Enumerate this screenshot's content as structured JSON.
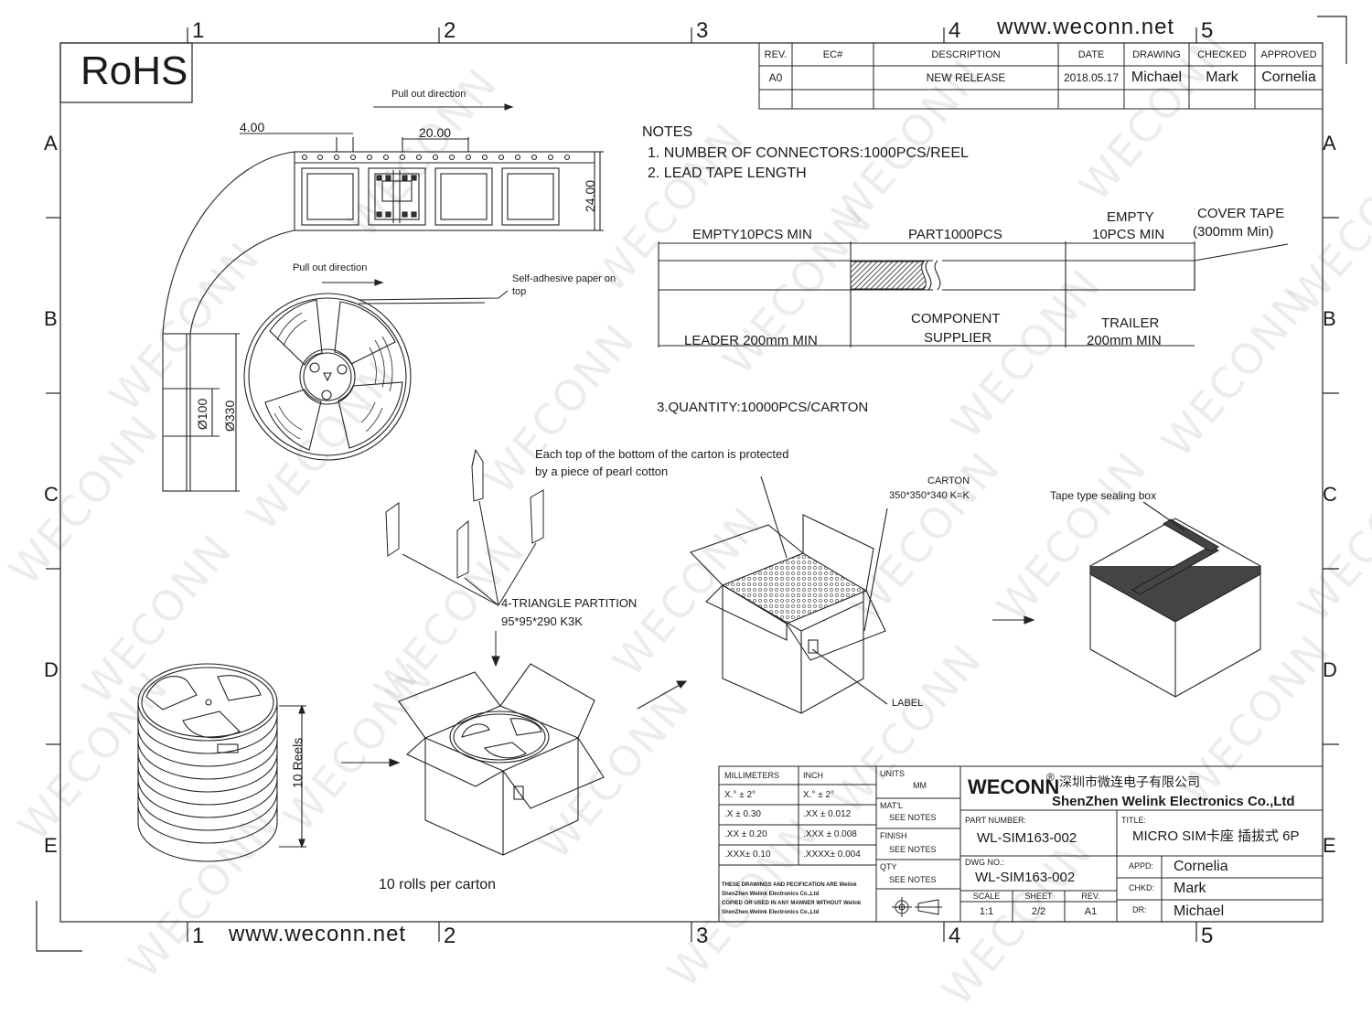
{
  "watermark": "WECONN",
  "website_top": "www.weconn.net",
  "website_bottom": "www.weconn.net",
  "rohs": "RoHS",
  "zone_columns": [
    "1",
    "2",
    "3",
    "4",
    "5"
  ],
  "zone_rows": [
    "A",
    "B",
    "C",
    "D",
    "E"
  ],
  "revision_table": {
    "headers": [
      "REV.",
      "EC#",
      "DESCRIPTION",
      "DATE",
      "DRAWING",
      "CHECKED",
      "APPROVED"
    ],
    "rows": [
      [
        "A0",
        "",
        "NEW RELEASE",
        "2018.05.17",
        "Michael",
        "Mark",
        "Cornelia"
      ]
    ]
  },
  "reel_drawing": {
    "pull_out_top": "Pull out direction",
    "pull_out_mid": "Pull out direction",
    "dim_pitch_small": "4.00",
    "dim_pitch": "20.00",
    "dim_width": "24.00",
    "self_adhesive": "Self-adhesive paper on",
    "self_adhesive_2": "top",
    "dim_hub": "Ø100",
    "dim_reel": "Ø330"
  },
  "notes": {
    "title": "NOTES",
    "n1": "1. NUMBER OF CONNECTORS:1000PCS/REEL",
    "n2": "2. LEAD TAPE LENGTH",
    "n3": "3.QUANTITY:10000PCS/CARTON"
  },
  "tape_diagram": {
    "empty_lead": "EMPTY10PCS MIN",
    "part": "PART1000PCS",
    "empty_trail_1": "EMPTY",
    "empty_trail_2": "10PCS MIN",
    "cover_1": "COVER TAPE",
    "cover_2": "(300mm Min)",
    "leader": "LEADER 200mm MIN",
    "component_1": "COMPONENT",
    "component_2": "SUPPLIER",
    "trailer_1": "TRAILER",
    "trailer_2": "200mm MIN"
  },
  "packing": {
    "pearl_1": "Each top of the bottom of the carton is protected",
    "pearl_2": "by a piece of pearl cotton",
    "partition_1": "4-TRIANGLE PARTITION",
    "partition_2": "95*95*290 K3K",
    "carton_1": "CARTON",
    "carton_2": "350*350*340 K=K",
    "label": "LABEL",
    "sealing": "Tape type sealing box",
    "reels": "10 Reels",
    "rolls": "10 rolls per carton"
  },
  "title_block": {
    "tol_headers": [
      "MILLIMETERS",
      "INCH"
    ],
    "tol_rows": [
      [
        "X.° ± 2°",
        "X.° ± 2°"
      ],
      [
        ".X ± 0.30",
        ".XX ± 0.012"
      ],
      [
        ".XX ± 0.20",
        ".XXX ± 0.008"
      ],
      [
        ".XXX± 0.10",
        ".XXXX± 0.004"
      ]
    ],
    "disclaimer": [
      "THESE DRAWINGS AND PECIFICATION ARE Welink",
      "ShenZhen Welink Electronics Co.,Ltd",
      "COPIED OR USED IN ANY MANNER WITHOUT Welink",
      "ShenZhen Welink Electronics Co.,Ltd"
    ],
    "units_label": "UNITS",
    "units_value": "MM",
    "matl_label": "MAT'L",
    "matl_value": "SEE NOTES",
    "finish_label": "FINISH",
    "finish_value": "SEE NOTES",
    "qty_label": "QTY",
    "qty_value": "SEE NOTES",
    "brand": "WECONN",
    "brand_mark": "®",
    "company_cn": "深圳市微连电子有限公司",
    "company_en": "ShenZhen Welink Electronics Co.,Ltd",
    "part_label": "PART NUMBER:",
    "part_number": "WL-SIM163-002",
    "title_label": "TITLE:",
    "title_value": "MICRO SIM卡座 插拔式 6P",
    "dwg_label": "DWG NO.:",
    "dwg_number": "WL-SIM163-002",
    "scale_label": "SCALE",
    "scale_value": "1:1",
    "sheet_label": "SHEET",
    "sheet_value": "2/2",
    "rev_label": "REV.",
    "rev_value": "A1",
    "appd_label": "APPD:",
    "appd_value": "Cornelia",
    "chkd_label": "CHKD:",
    "chkd_value": "Mark",
    "dr_label": "DR:",
    "dr_value": "Michael"
  }
}
